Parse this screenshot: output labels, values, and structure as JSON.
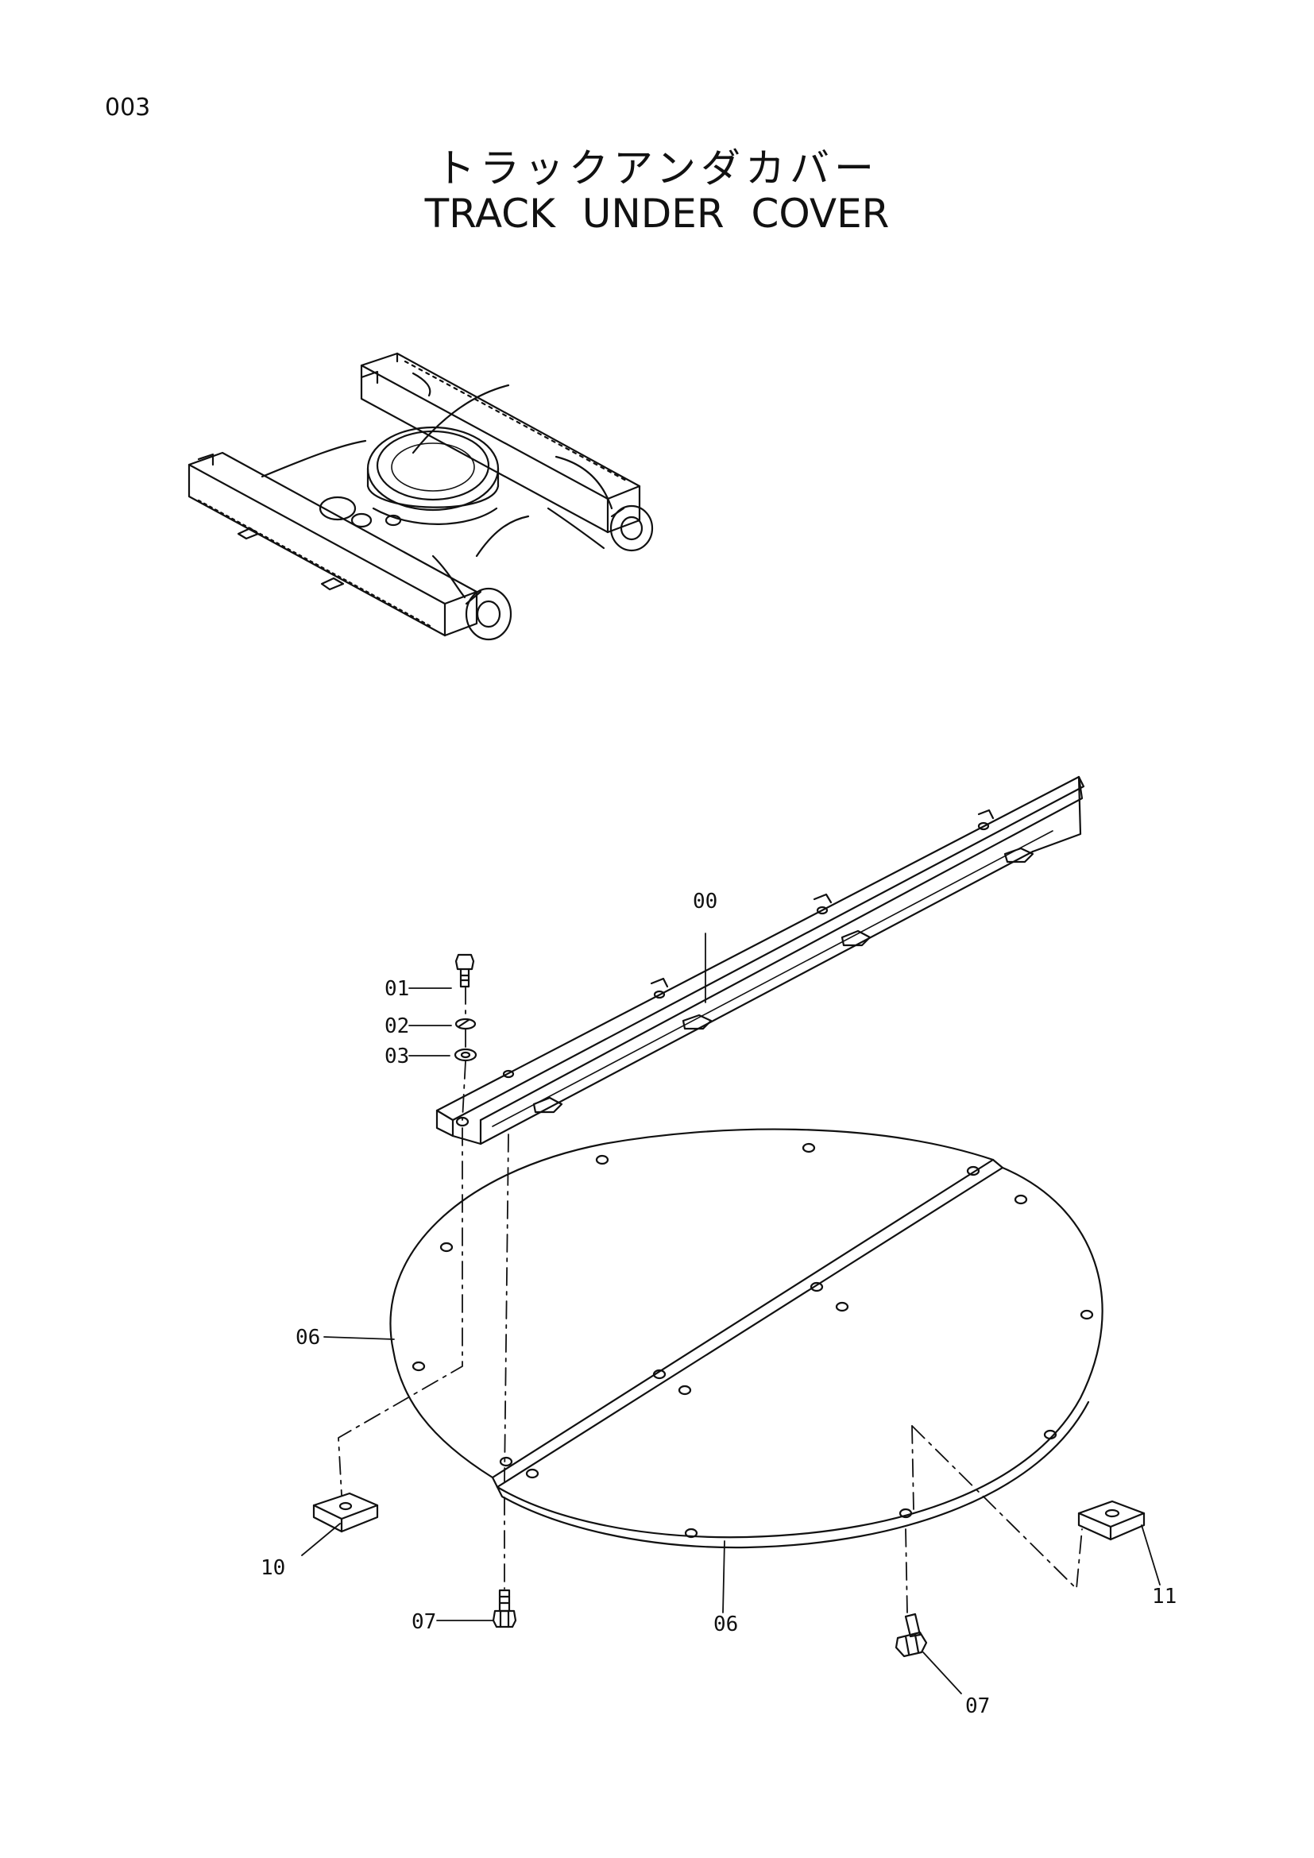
{
  "page_number": "003",
  "title_jp": "トラックアンダカバー",
  "title_en": "TRACK UNDER COVER",
  "callouts": {
    "c00": "00",
    "c01": "01",
    "c02": "02",
    "c03": "03",
    "c06_left": "06",
    "c06_bottom": "06",
    "c07_left": "07",
    "c07_right": "07",
    "c10": "10",
    "c11": "11"
  }
}
